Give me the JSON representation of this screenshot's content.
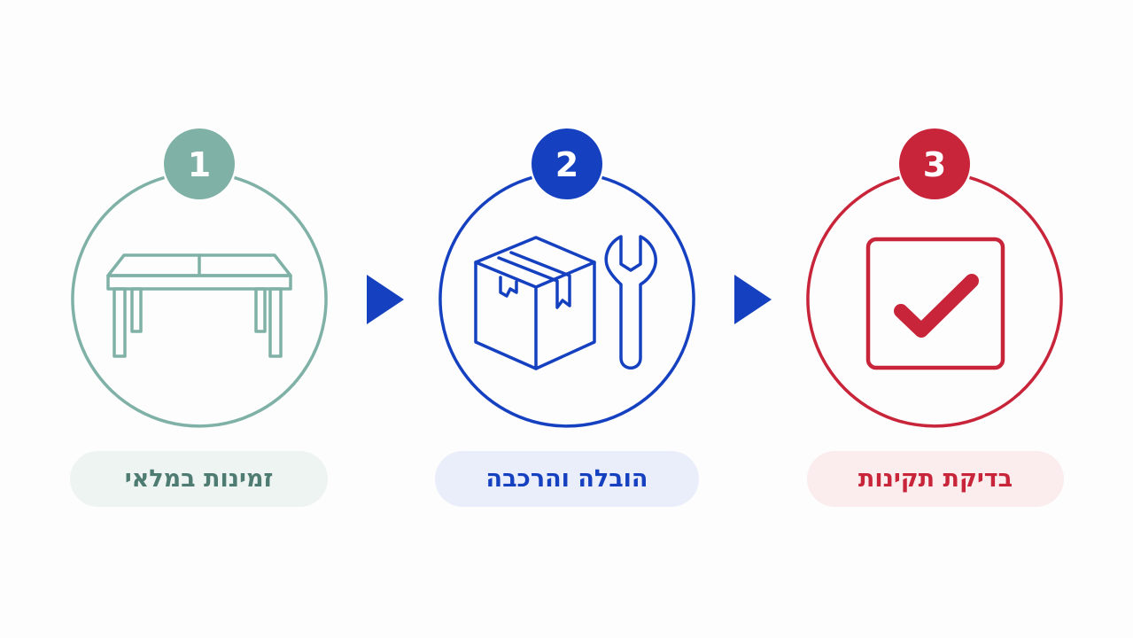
{
  "steps": [
    {
      "number": "1",
      "label": "זמינות במלאי",
      "icon": "table-icon",
      "color": "#7fb1a7",
      "label_color": "#4f7c72",
      "pill_bg": "#eef4f2"
    },
    {
      "number": "2",
      "label": "הובלה והרכבה",
      "icon": "box-and-wrench-icon",
      "color": "#1541c0",
      "label_color": "#1541c0",
      "pill_bg": "#eaeefb"
    },
    {
      "number": "3",
      "label": "בדיקת תקינות",
      "icon": "checkbox-check-icon",
      "color": "#c8253a",
      "label_color": "#c8253a",
      "pill_bg": "#fbecee"
    }
  ],
  "connectors": [
    {
      "icon": "arrow-right-icon",
      "color": "#1541c0"
    },
    {
      "icon": "arrow-right-icon",
      "color": "#1541c0"
    }
  ]
}
